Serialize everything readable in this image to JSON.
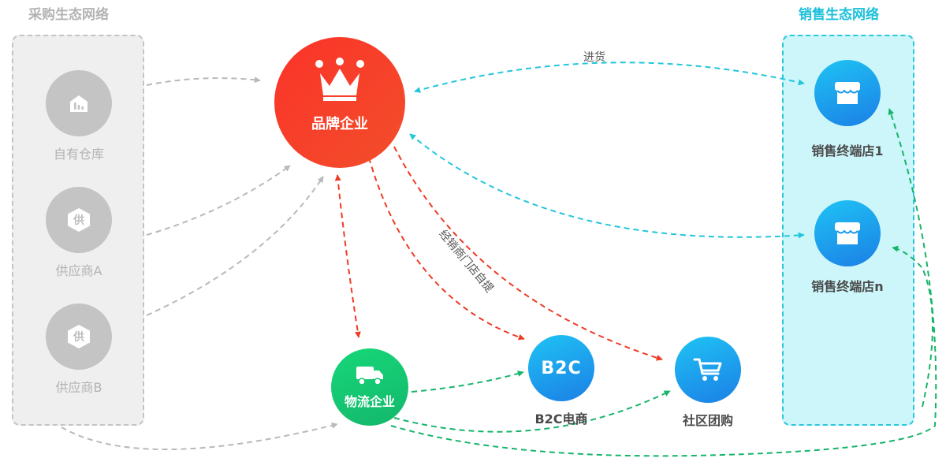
{
  "panels": {
    "procurement": {
      "title": "采购生态网络"
    },
    "sales": {
      "title": "销售生态网络"
    }
  },
  "nodes": {
    "own_warehouse": {
      "label": "自有仓库",
      "icon": "warehouse-icon"
    },
    "supplier_a": {
      "label": "供应商A",
      "glyph": "供",
      "icon": "supplier-hex-icon"
    },
    "supplier_b": {
      "label": "供应商B",
      "glyph": "供",
      "icon": "supplier-hex-icon"
    },
    "brand": {
      "label": "品牌企业",
      "icon": "crown-icon"
    },
    "logistics": {
      "label": "物流企业",
      "icon": "truck-icon"
    },
    "b2c": {
      "label": "B2C电商",
      "glyph": "B2C"
    },
    "community": {
      "label": "社区团购",
      "icon": "cart-icon"
    },
    "store_1": {
      "label": "销售终端店1",
      "icon": "store-icon"
    },
    "store_n": {
      "label": "销售终端店n",
      "icon": "store-icon"
    }
  },
  "edges": {
    "restock": "进货",
    "dealer_pickup": "经销商门店自提"
  },
  "colors": {
    "gray_arrow": "#b9b9b9",
    "red_arrow": "#ee3b25",
    "cyan_arrow": "#23c6dc",
    "green_arrow": "#16b46a",
    "brand_red": "#fb3329",
    "logistics_green": "#17c873",
    "store_blue": "#1b8fe9",
    "sales_panel": "#cdf6fa"
  }
}
